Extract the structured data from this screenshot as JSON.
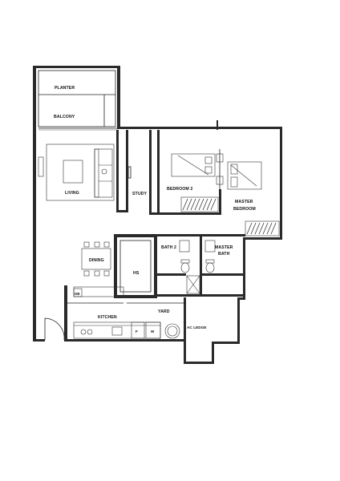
{
  "rooms": {
    "planter": "PLANTER",
    "balcony": "BALCONY",
    "living": "LIVING",
    "study": "STUDY",
    "bedroom2": "BEDROOM 2",
    "master_bedroom_line1": "MASTER",
    "master_bedroom_line2": "BEDROOM",
    "dining": "DINING",
    "hs": "HS",
    "bath2": "BATH 2",
    "master_bath_line1": "MASTER",
    "master_bath_line2": "BATH",
    "yard": "YARD",
    "kitchen": "KITCHEN",
    "ac_ledge": "AC LEDGE"
  },
  "fixtures": {
    "db": "DB",
    "fridge": "F",
    "washer": "W"
  },
  "icons": [
    "door-swing-icon",
    "bed-icon",
    "sofa-icon",
    "dining-table-icon",
    "toilet-icon",
    "basin-icon",
    "shower-icon",
    "stove-icon",
    "sink-icon",
    "water-heater-icon",
    "wardrobe-icon"
  ]
}
